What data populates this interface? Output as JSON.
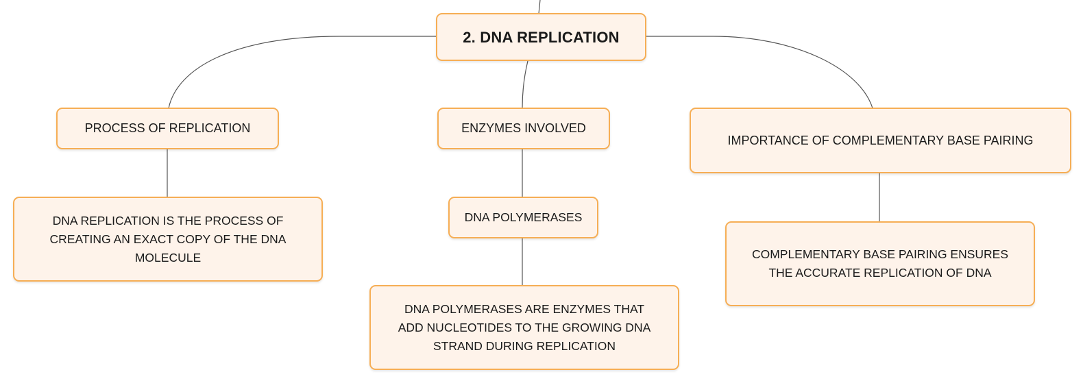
{
  "root": {
    "label": "2. DNA REPLICATION"
  },
  "branches": [
    {
      "label": "PROCESS OF REPLICATION",
      "children": [
        {
          "label": "DNA REPLICATION IS THE PROCESS OF CREATING AN EXACT COPY OF THE DNA MOLECULE"
        }
      ]
    },
    {
      "label": "ENZYMES INVOLVED",
      "children": [
        {
          "label": "DNA POLYMERASES"
        },
        {
          "label": "DNA POLYMERASES ARE ENZYMES THAT ADD NUCLEOTIDES TO THE GROWING DNA STRAND DURING REPLICATION"
        }
      ]
    },
    {
      "label": "IMPORTANCE OF COMPLEMENTARY BASE PAIRING",
      "children": [
        {
          "label": "COMPLEMENTARY BASE PAIRING ENSURES THE ACCURATE REPLICATION OF DNA"
        }
      ]
    }
  ],
  "colors": {
    "node_fill": "#fef3ea",
    "node_border": "#f6ae55",
    "connector": "#555555",
    "text": "#1a1a1a"
  }
}
